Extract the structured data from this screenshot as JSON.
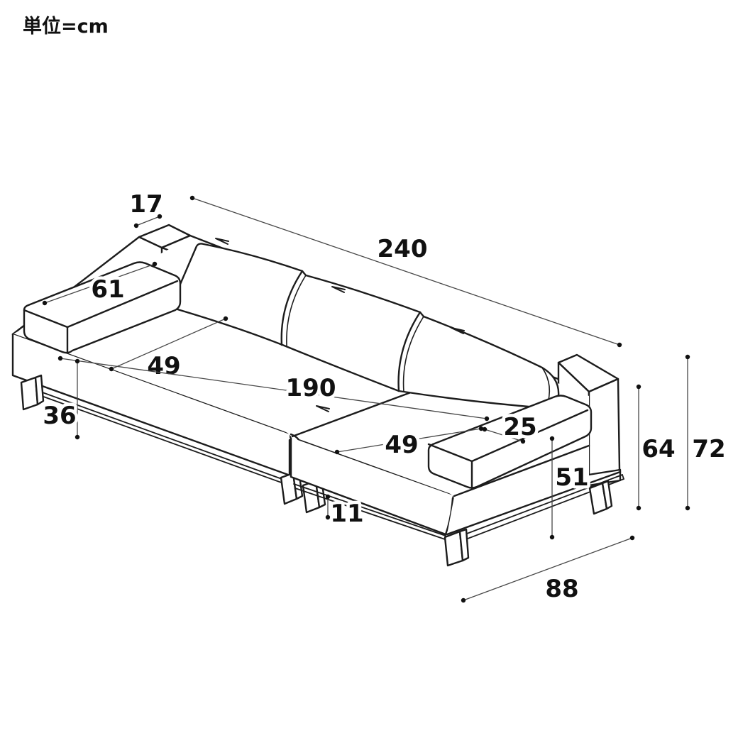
{
  "title": {
    "unit_label": "単位=cm"
  },
  "diagram": {
    "type": "furniture-dimension-diagram",
    "subject": "low sofa with chaise section, isometric line drawing",
    "unit": "cm",
    "dimensions": {
      "back_depth": "17",
      "overall_width": "240",
      "armrest_cushion_length": "61",
      "seat_depth_left": "49",
      "seat_width": "190",
      "seat_height": "36",
      "seat_depth_right": "49",
      "armrest_cushion_width": "25",
      "armrest_height": "51",
      "base_clearance": "11",
      "chaise_depth": "88",
      "arm_height": "64",
      "overall_height": "72"
    },
    "colors": {
      "line": "#1c1c1c",
      "dimension_line": "#474747",
      "text": "#111111",
      "background": "#ffffff"
    }
  }
}
